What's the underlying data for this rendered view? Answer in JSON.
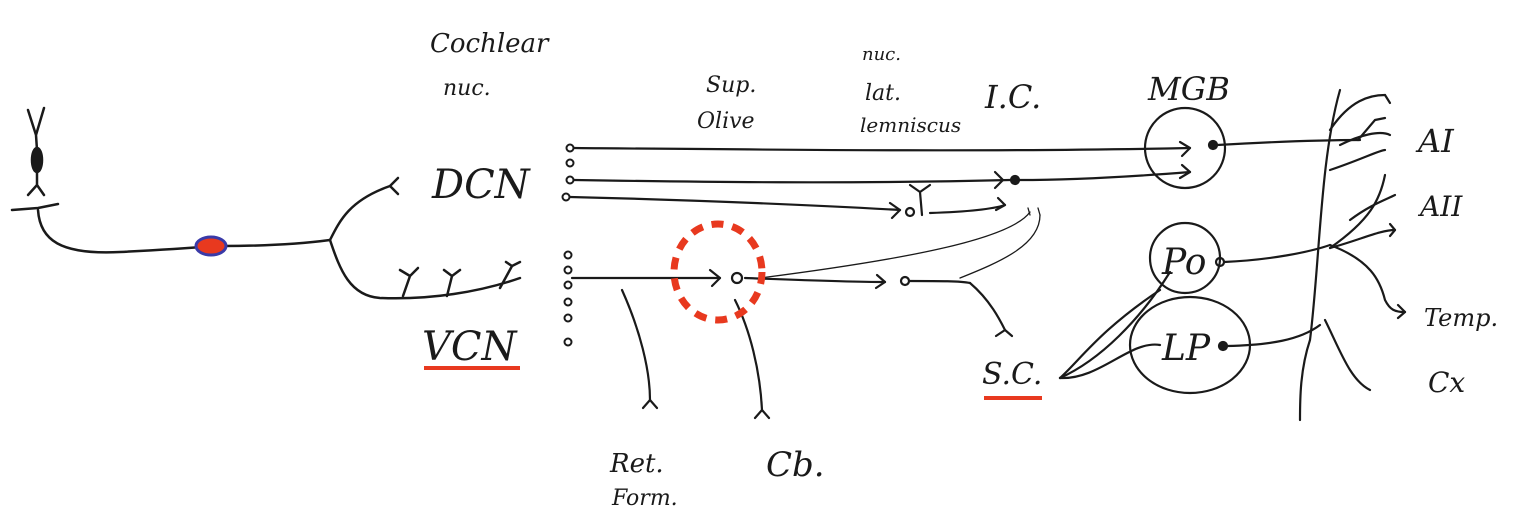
{
  "labels": {
    "cochlear_1": "Cochlear",
    "cochlear_2": "nuc.",
    "dcn": "DCN",
    "vcn": "VCN",
    "sup_olive_1": "Sup.",
    "sup_olive_2": "Olive",
    "nuc_lat_1": "nuc.",
    "nuc_lat_2": "lat.",
    "nuc_lat_3": "lemniscus",
    "ic": "I.C.",
    "mgb": "MGB",
    "po": "Po",
    "lp": "LP",
    "sc": "S.C.",
    "ret_form_1": "Ret.",
    "ret_form_2": "Form.",
    "cb": "Cb.",
    "a1": "AI",
    "a2": "AII",
    "temp_1": "Temp.",
    "temp_2": "Cx"
  },
  "colors": {
    "ink": "#1a1a1a",
    "highlight": "#e8391f",
    "cell_fill": "#e8391f",
    "cell_stroke": "#3a3aa8"
  }
}
